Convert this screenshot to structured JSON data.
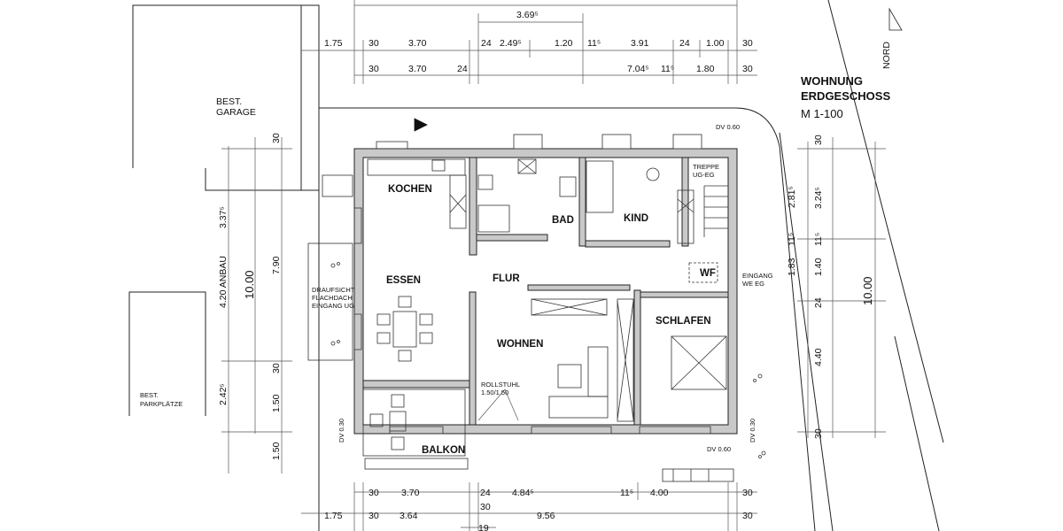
{
  "title": {
    "line1": "WOHNUNG",
    "line2": "ERDGESCHOSS",
    "scale": "M 1-100",
    "north": "NORD"
  },
  "rooms": {
    "kochen": "KOCHEN",
    "bad": "BAD",
    "kind": "KIND",
    "essen": "ESSEN",
    "flur": "FLUR",
    "wohnen": "WOHNEN",
    "schlafen": "SCHLAFEN",
    "balkon": "BALKON",
    "wf": "WF"
  },
  "labels": {
    "garage_1": "BEST.",
    "garage_2": "GARAGE",
    "park_1": "BEST.",
    "park_2": "PARKPLÄTZE",
    "draufsicht_1": "DRAUFSICHT",
    "draufsicht_2": "FLACHDACH",
    "draufsicht_3": "EINGANG UG",
    "treppe_1": "TREPPE",
    "treppe_2": "UG-EG",
    "eingang_1": "EINGANG",
    "eingang_2": "WE EG",
    "rollstuhl_1": "ROLLSTUHL",
    "rollstuhl_2": "1.50/1.50",
    "dv_top": "DV 0.60",
    "dv_right": "DV 0.30",
    "dv_left": "DV 0.30",
    "dv_bottom": "DV 0.60",
    "anbau": "4.20 ANBAU"
  },
  "dims_top": {
    "r0": "3.69⁵",
    "r1": [
      "1.75",
      "30",
      "3.70",
      "24",
      "2.49⁵",
      "1.20",
      "11⁵",
      "3.91",
      "24",
      "1.00",
      "30"
    ],
    "r2": [
      "30",
      "3.70",
      "24",
      "7.04⁵",
      "11⁵",
      "1.80",
      "30"
    ]
  },
  "dims_bottom": {
    "r1": [
      "30",
      "3.70",
      "24",
      "4.84⁵",
      "11⁵",
      "4.00",
      "30"
    ],
    "r2": [
      "1.75",
      "30",
      "3.64",
      "30",
      "9.56",
      "30"
    ],
    "r3": "19"
  },
  "dims_left": {
    "c1": [
      "3.37⁵",
      "2.42⁵",
      "1.50",
      "1.50"
    ],
    "c2": [
      "30",
      "7.90",
      "30"
    ],
    "c3": "10.00"
  },
  "dims_right": {
    "c1": [
      "2.81⁵",
      "11⁵",
      "1.83"
    ],
    "c2": [
      "30",
      "3.24⁵",
      "11⁵",
      "1.40",
      "24",
      "4.40",
      "30"
    ],
    "c3": "10.00"
  }
}
